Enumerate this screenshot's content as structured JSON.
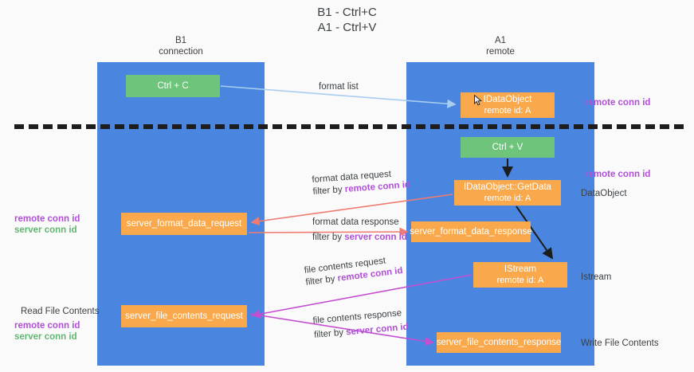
{
  "title": {
    "line1": "B1 - Ctrl+C",
    "line2": "A1 - Ctrl+V"
  },
  "lanes": {
    "left": {
      "name": "B1",
      "role": "connection"
    },
    "right": {
      "name": "A1",
      "role": "remote"
    }
  },
  "boxes": {
    "ctrl_c": {
      "label": "Ctrl + C",
      "color": "#6dc47a"
    },
    "idataobject": {
      "label": "IDataObject",
      "sub": "remote id: A",
      "color": "#f9a94b"
    },
    "ctrl_v": {
      "label": "Ctrl + V",
      "color": "#6dc47a"
    },
    "getdata": {
      "label": "IDataObject::GetData",
      "sub": "remote id: A",
      "color": "#f9a94b"
    },
    "server_format_data_request": {
      "label": "server_format_data_request",
      "color": "#f9a94b"
    },
    "server_format_data_response": {
      "label": "server_format_data_response",
      "color": "#f9a94b"
    },
    "istream": {
      "label": "IStream",
      "sub": "remote id: A",
      "color": "#f9a94b"
    },
    "server_file_contents_request": {
      "label": "server_file_contents_request",
      "color": "#f9a94b"
    },
    "server_file_contents_response": {
      "label": "server_file_contents_response",
      "color": "#f9a94b"
    }
  },
  "edges": {
    "format_list": {
      "label": "format list",
      "color": "#a8cdf0"
    },
    "format_data_request": {
      "label": "format data request",
      "filter_prefix": "filter by ",
      "filter_key": "remote conn id",
      "color": "#ef7b72"
    },
    "format_data_response": {
      "label": "format data response",
      "filter_prefix": "filter by ",
      "filter_key": "server conn id",
      "color": "#ef7b72"
    },
    "file_contents_request": {
      "label": "file contents request",
      "filter_prefix": "filter by ",
      "filter_key": "remote conn id",
      "color": "#c44fd0"
    },
    "file_contents_response": {
      "label": "file contents response",
      "filter_prefix": "filter by ",
      "filter_key": "server conn id",
      "color": "#c44fd0"
    }
  },
  "annotations": {
    "left_mid": {
      "remote": "remote conn id",
      "server": "server conn id"
    },
    "left_read": "Read File Contents",
    "left_low": {
      "remote": "remote conn id",
      "server": "server conn id"
    },
    "right_top": "remote conn id",
    "right_getdata": "remote conn id",
    "right_dataobject": "DataObject",
    "right_istream": "Istream",
    "right_write": "Write File Contents"
  },
  "colors": {
    "lane": "#4a86e0",
    "orange": "#f9a94b",
    "green": "#6dc47a",
    "purple": "#b14fd8",
    "green_text": "#5fb86f",
    "red_arrow": "#ef7b72",
    "magenta_arrow": "#c44fd0",
    "light_blue_arrow": "#a8cdf0",
    "divider": "#1d1d1d",
    "background": "#fafafa"
  }
}
